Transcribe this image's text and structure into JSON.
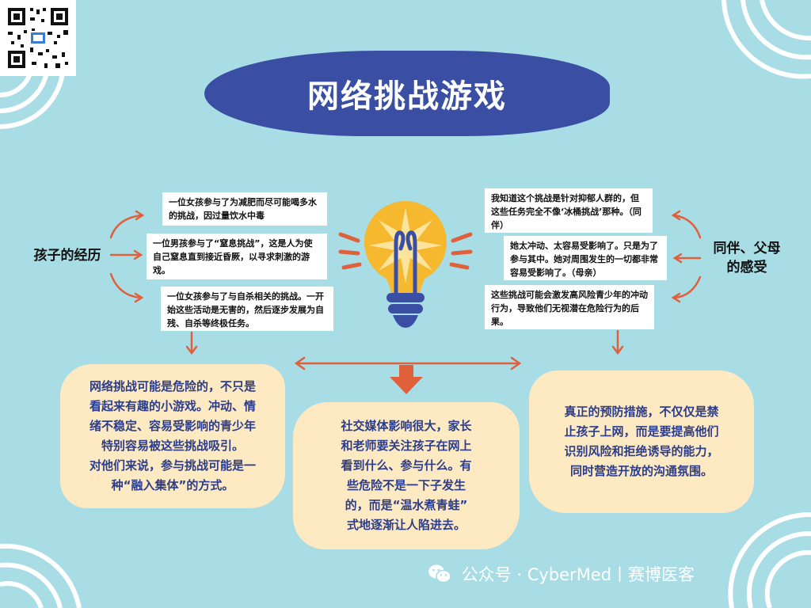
{
  "title": "网络挑战游戏",
  "left": {
    "label": "孩子的经历",
    "notes": [
      "一位女孩参与了为减肥而尽可能喝多水的挑战，因过量饮水中毒",
      "一位男孩参与了“窒息挑战”，这是人为使自己窒息直到接近昏厥，以寻求刺激的游戏。",
      "一位女孩参与了与自杀相关的挑战。一开始这些活动是无害的，然后逐步发展为自残、自杀等终极任务。"
    ]
  },
  "right": {
    "label_line1": "同伴、父母",
    "label_line2": "的感受",
    "notes": [
      "我知道这个挑战是针对抑郁人群的，但这些任务完全不像‘冰桶挑战’那种。（同伴）",
      "她太冲动、太容易受影响了。只是为了参与其中。她对周围发生的一切都非常容易受影响了。（母亲）",
      "这些挑战可能会激发高风险青少年的冲动行为，导致他们无视潜在危险行为的后果。"
    ]
  },
  "cards": {
    "left": [
      "网络挑战可能是危险的，不只是",
      "看起来有趣的小游戏。冲动、情",
      "绪不稳定、容易受影响的青少年",
      "特别容易被这些挑战吸引。",
      "对他们来说，参与挑战可能是一",
      "种“融入集体”的方式。"
    ],
    "middle": [
      "社交媒体影响很大，家长",
      "和老师要关注孩子在网上",
      "看到什么、参与什么。有",
      "些危险不是一下子发生",
      "的，而是“温水煮青蛙”",
      "式地逐渐让人陷进去。"
    ],
    "right": [
      "真正的预防措施，不仅仅是禁",
      "止孩子上网，而是要提高他们",
      "识别风险和拒绝诱导的能力，",
      "同时营造开放的沟通氛围。"
    ]
  },
  "footer": {
    "icon": "wechat-icon",
    "text": "公众号 · CyberMed丨赛博医客"
  },
  "colors": {
    "background": "#a8dde6",
    "title_bg": "#3a4fa3",
    "card_bg": "#fde9c2",
    "card_text": "#2c3d8a",
    "arrow": "#e0603c",
    "bulb_yellow": "#f5b82e",
    "bulb_base": "#3a4fa3"
  }
}
